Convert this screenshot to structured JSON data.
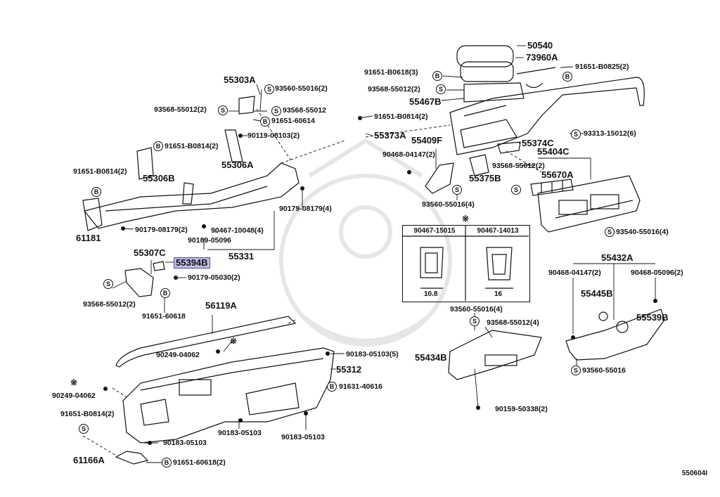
{
  "diagram": {
    "labels": {
      "l50540": "50540",
      "l73960A": "73960A",
      "l91651_B0618_3": "91651-B0618(3)",
      "l91651_B0825_2": "91651-B0825(2)",
      "l93568_55012_2_a": "93568-55012(2)",
      "l55467B": "55467B",
      "l55303A": "55303A",
      "l93560_55016_2_a": "93560-55016(2)",
      "l93568_55012_2_b": "93568-55012(2)",
      "l93568_55012_c": "93568-55012",
      "l91651_60614": "91651-60614",
      "l91651_B0814_2_a": "91651-B0814(2)",
      "l90119_08103_2": "90119-08103(2)",
      "l55373A": "55373A",
      "l55409F": "55409F",
      "l55374C": "55374C",
      "l93313_15012_6": "93313-15012(6)",
      "l91651_B0814_2_b": "91651-B0814(2)",
      "l55306A": "55306A",
      "l90468_04147_2_a": "90468-04147(2)",
      "l55404C": "55404C",
      "l93568_55012_2_d": "93568-55012(2)",
      "l91651_B0814_2_c": "91651-B0814(2)",
      "l55306B": "55306B",
      "l55375B": "55375B",
      "l55670A": "55670A",
      "l90179_08179_4": "90179-08179(4)",
      "l93560_55016_4_a": "93560-55016(4)",
      "l61181": "61181",
      "l90179_08179_2": "90179-08179(2)",
      "l90467_10048_4": "90467-10048(4)",
      "l93540_55016_4": "93540-55016(4)",
      "l90189_05096": "90189-05096",
      "l55331": "55331",
      "l55307C": "55307C",
      "l55394B": "55394B",
      "l55432A": "55432A",
      "l90179_05030_2": "90179-05030(2)",
      "l90468_04147_2_b": "90468-04147(2)",
      "l90468_05096_2": "90468-05096(2)",
      "l93568_55012_2_e": "93568-55012(2)",
      "l55445B": "55445B",
      "l91651_60618": "91651-60618",
      "l56119A": "56119A",
      "l93560_55016_4_b": "93560-55016(4)",
      "l55539B": "55539B",
      "l93568_55012_4": "93568-55012(4)",
      "l90249_04062_a": "90249-04062",
      "l90183_05103_5": "90183-05103(5)",
      "l55434B": "55434B",
      "l55312": "55312",
      "l93560_55016": "93560-55016",
      "l90249_04062_b": "90249-04062",
      "l91631_40616": "91631-40616",
      "l91651_B0814_2_d": "91651-B0814(2)",
      "l90183_05103_a": "90183-05103",
      "l90183_05103_b": "90183-05103",
      "l90159_50338_2": "90159-50338(2)",
      "l90183_05103_c": "90183-05103",
      "l61166A": "61166A",
      "l91651_60618_2": "91651-60618(2)"
    },
    "symbols": {
      "S": "S",
      "B": "B",
      "star": "※"
    },
    "option_box": {
      "header_mark": "※",
      "col1": "90467-15015",
      "col2": "90467-14013",
      "dim1": "10.8",
      "dim2": "16"
    },
    "catalog_code": "550604I",
    "highlight_color": "#b9bde8"
  }
}
